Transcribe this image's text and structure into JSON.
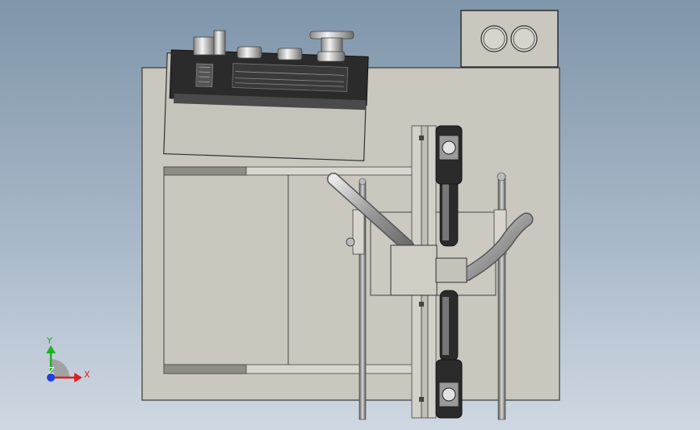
{
  "colors": {
    "background_top": "#7f95aa",
    "background_bottom": "#cfd8e2",
    "plate": "#c9c7be",
    "edge": "#3a3a3a",
    "dark_part": "#2b2b2b",
    "axis_x": "#e02020",
    "axis_y": "#20b020",
    "axis_z": "#2040e0"
  },
  "triad": {
    "x_label": "X",
    "y_label": "Y",
    "z_label": "Z"
  },
  "icons": [
    "axis-triad-icon"
  ]
}
